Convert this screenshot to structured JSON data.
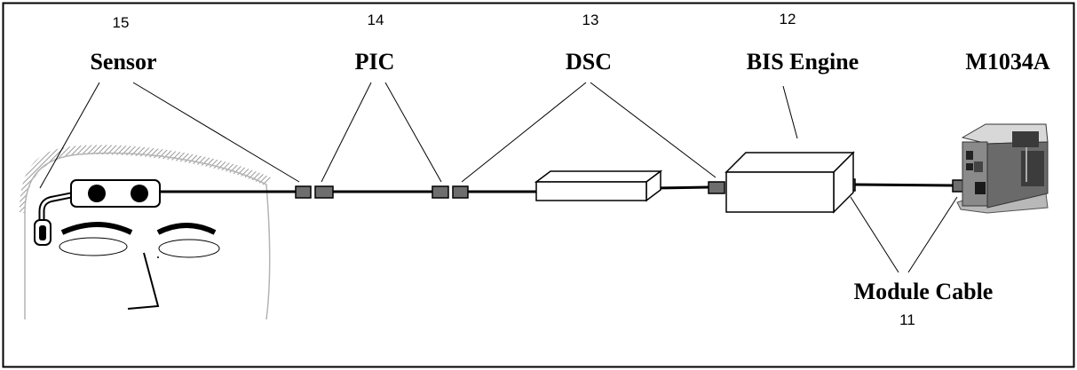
{
  "components": [
    {
      "number": "15",
      "label": "Sensor"
    },
    {
      "number": "14",
      "label": "PIC"
    },
    {
      "number": "13",
      "label": "DSC"
    },
    {
      "number": "12",
      "label": "BIS Engine"
    },
    {
      "number": "",
      "label": "M1034A"
    },
    {
      "number": "11",
      "label": "Module Cable"
    }
  ],
  "colors": {
    "connector": "#6e6e6e",
    "hairline": "#b4b4b4",
    "line": "#000000"
  }
}
